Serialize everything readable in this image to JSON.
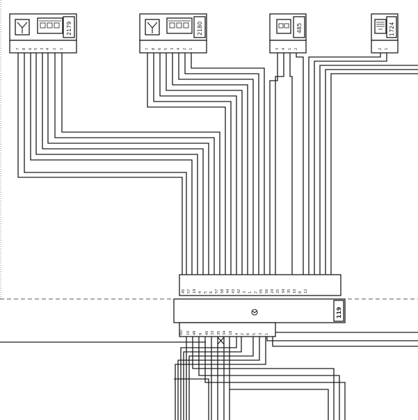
{
  "components": {
    "c2179": {
      "code": "2179",
      "pins": [
        "7",
        "8",
        "6",
        "5",
        "3",
        "4",
        "2",
        "1"
      ]
    },
    "c2180": {
      "code": "2180",
      "pins": [
        "7",
        "8",
        "6",
        "5",
        "3",
        "4",
        "2",
        "1"
      ]
    },
    "c485": {
      "code": "485",
      "pins": [
        "3",
        "4",
        "1",
        "2"
      ]
    },
    "c1724": {
      "code": "1724",
      "pins": [
        "2",
        "1"
      ]
    }
  },
  "ecu": {
    "code": "119",
    "top_pins": [
      "45",
      "57",
      "19",
      "4",
      "5",
      "6",
      "57",
      "58",
      "44",
      "43",
      "42",
      "3",
      "1",
      "2",
      "55",
      "56",
      "24",
      "25",
      "34",
      "35",
      "10",
      "8",
      "12"
    ],
    "bottom_label": "NO",
    "bottom_pins": [
      "10",
      "49",
      "9",
      "40",
      "33",
      "35",
      "34",
      "18",
      "4",
      "2",
      "6",
      "5",
      "3",
      "1"
    ]
  }
}
